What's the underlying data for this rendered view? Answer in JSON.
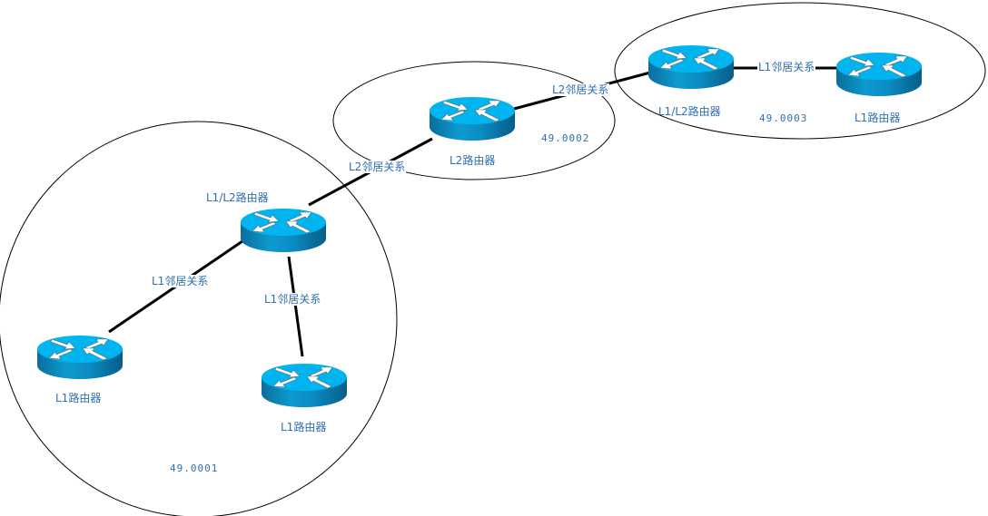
{
  "diagram": {
    "type": "isis-topology",
    "areas": [
      {
        "id": "area1",
        "label": "49.0001"
      },
      {
        "id": "area2",
        "label": "49.0002"
      },
      {
        "id": "area3",
        "label": "49.0003"
      }
    ],
    "routers": [
      {
        "id": "r_l2",
        "label": "L2路由器",
        "area": "area2",
        "icon": "router-icon"
      },
      {
        "id": "r_l1l2_right",
        "label": "L1/L2路由器",
        "area": "area3",
        "icon": "router-icon"
      },
      {
        "id": "r_l1_right",
        "label": "L1路由器",
        "area": "area3",
        "icon": "router-icon"
      },
      {
        "id": "r_l1l2_left",
        "label": "L1/L2路由器",
        "area": "area1",
        "icon": "router-icon"
      },
      {
        "id": "r_l1_bl",
        "label": "L1路由器",
        "area": "area1",
        "icon": "router-icon"
      },
      {
        "id": "r_l1_br",
        "label": "L1路由器",
        "area": "area1",
        "icon": "router-icon"
      }
    ],
    "links": [
      {
        "from": "r_l1l2_left",
        "to": "r_l2",
        "label": "L2邻居关系"
      },
      {
        "from": "r_l2",
        "to": "r_l1l2_right",
        "label": "L2邻居关系"
      },
      {
        "from": "r_l1l2_right",
        "to": "r_l1_right",
        "label": "L1邻居关系"
      },
      {
        "from": "r_l1l2_left",
        "to": "r_l1_bl",
        "label": "L1邻居关系"
      },
      {
        "from": "r_l1l2_left",
        "to": "r_l1_br",
        "label": "L1邻居关系"
      }
    ],
    "colors": {
      "router_top": "#00b4f0",
      "router_side": "#0a86b8",
      "label_text": "#2f6fb0",
      "link": "#000000",
      "boundary": "#000000"
    }
  }
}
